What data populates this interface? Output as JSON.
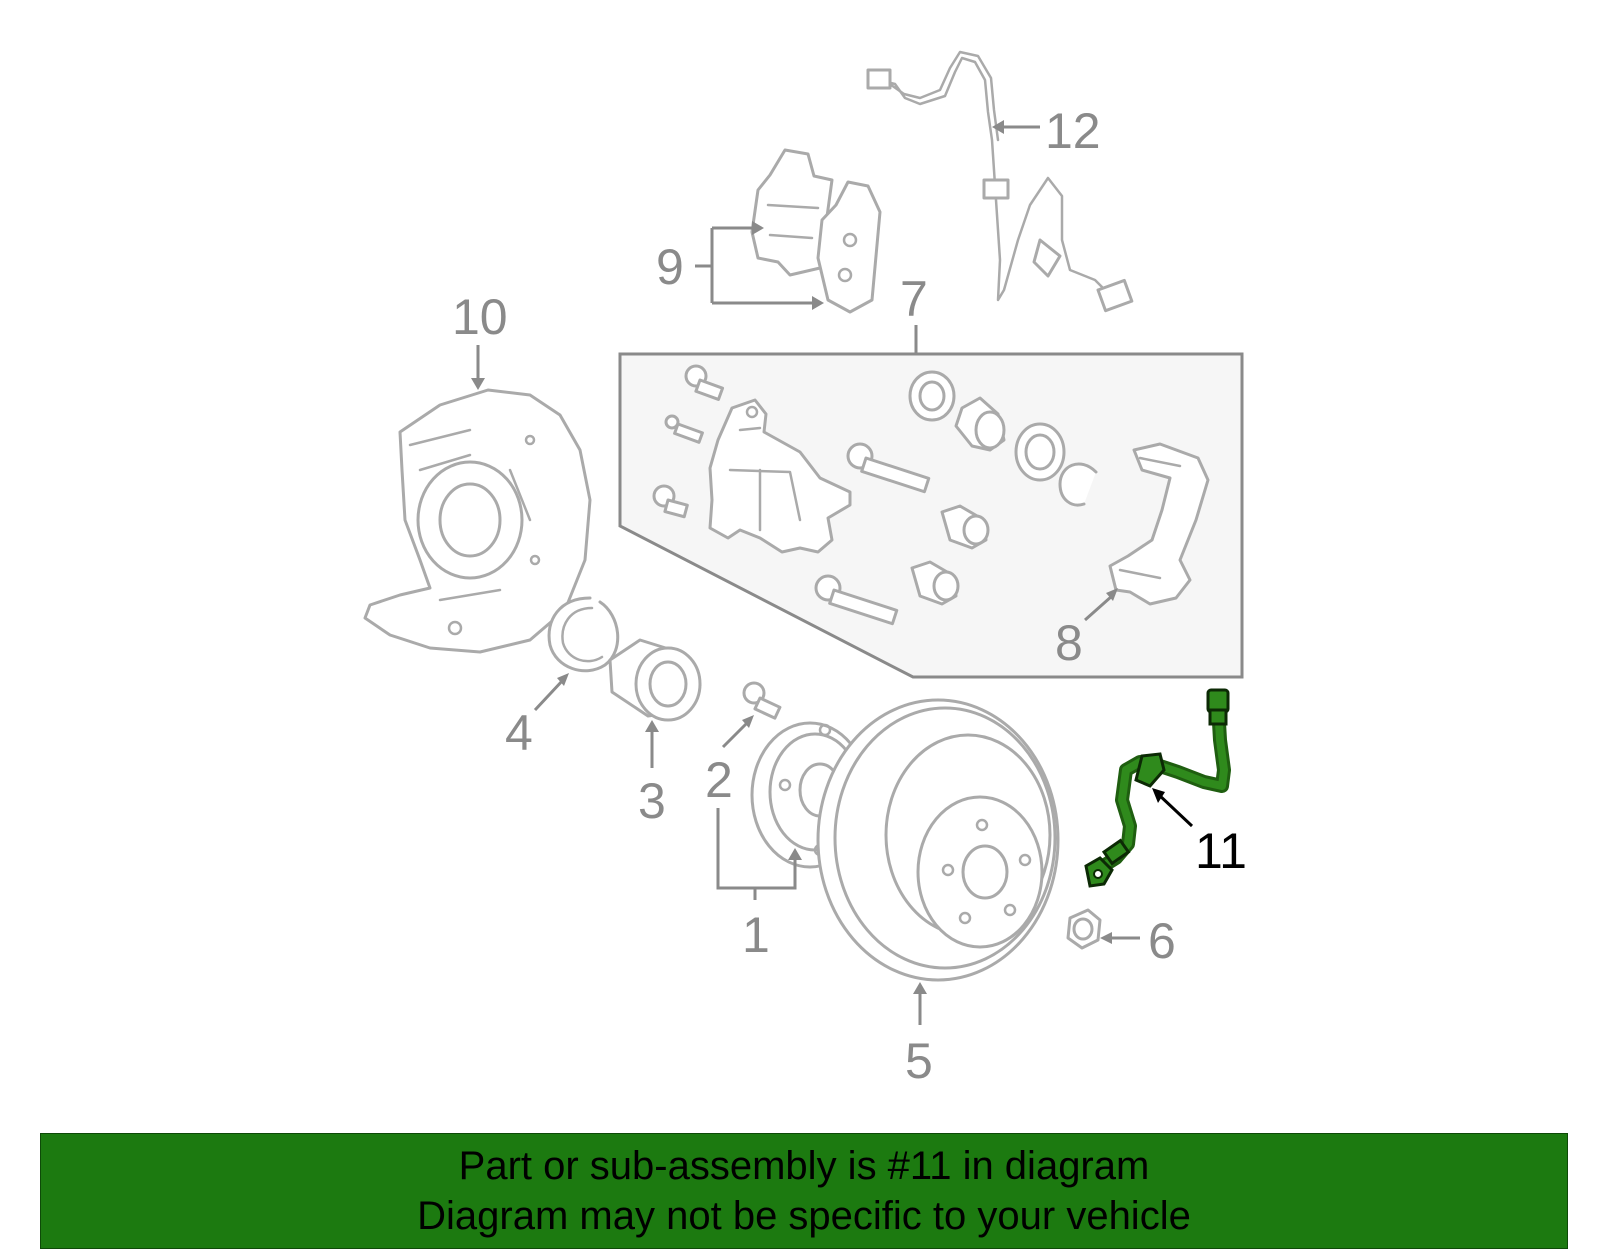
{
  "callouts": {
    "c1": "1",
    "c2": "2",
    "c3": "3",
    "c4": "4",
    "c5": "5",
    "c6": "6",
    "c7": "7",
    "c8": "8",
    "c9": "9",
    "c10": "10",
    "c11": "11",
    "c12": "12"
  },
  "highlighted_part": "11",
  "colors": {
    "banner_background": "#1c7a10",
    "highlight": "#2f8a1c",
    "part_outline": "#aaaaaa",
    "callout_text": "#8a8a8a"
  },
  "banner": {
    "line1": "Part or sub-assembly is #11 in diagram",
    "line2": "Diagram may not be specific to your vehicle"
  }
}
